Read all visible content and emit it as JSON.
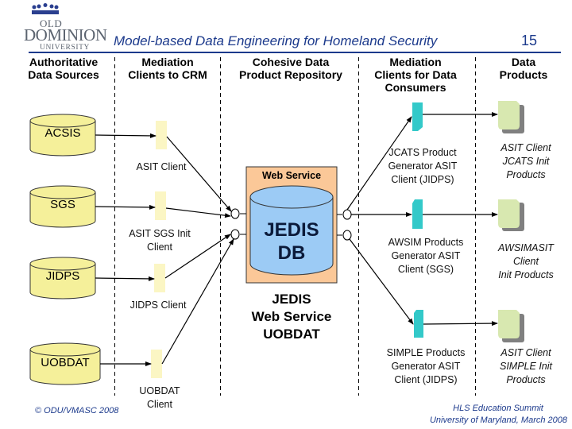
{
  "header": {
    "logo": {
      "line1": "OLD",
      "line2": "DOMINION",
      "line3": "UNIVERSITY"
    },
    "title": "Model-based Data Engineering for Homeland Security",
    "slide_number": "15"
  },
  "columns": [
    {
      "line1": "Authoritative",
      "line2": "Data Sources"
    },
    {
      "line1": "Mediation",
      "line2": "Clients to CRM"
    },
    {
      "line1": "Cohesive Data",
      "line2": "Product Repository"
    },
    {
      "line1": "Mediation",
      "line2": "Clients for Data",
      "line3": "Consumers"
    },
    {
      "line1": "Data",
      "line2": "Products"
    }
  ],
  "data_sources": [
    "ACSIS",
    "SGS",
    "JIDPS",
    "UOBDAT"
  ],
  "crm_clients": [
    {
      "line1": "ASIT Client",
      "line2": ""
    },
    {
      "line1": "ASIT SGS Init",
      "line2": "Client"
    },
    {
      "line1": "JIDPS Client",
      "line2": ""
    },
    {
      "line1": "UOBDAT",
      "line2": "Client"
    }
  ],
  "repository": {
    "web_service_label": "Web Service",
    "db_line1": "JEDIS",
    "db_line2": "DB",
    "caption_line1": "JEDIS",
    "caption_line2": "Web Service",
    "caption_line3": "UOBDAT"
  },
  "consumer_clients": [
    {
      "line1": "JCATS Product",
      "line2": "Generator ASIT",
      "line3": "Client (JIDPS)"
    },
    {
      "line1": "AWSIM Products",
      "line2": "Generator ASIT",
      "line3": "Client (SGS)"
    },
    {
      "line1": "SIMPLE Products",
      "line2": "Generator ASIT",
      "line3": "Client (JIDPS)"
    }
  ],
  "products": [
    {
      "line1": "ASIT Client",
      "line2": "JCATS Init",
      "line3": "Products"
    },
    {
      "line1": "AWSIMASIT",
      "line2": "Client",
      "line3": "Init Products"
    },
    {
      "line1": "ASIT Client",
      "line2": "SIMPLE Init",
      "line3": "Products"
    }
  ],
  "footer": {
    "copyright": "© ODU/VMASC 2008",
    "event_line1": "HLS Education Summit",
    "event_line2": "University of Maryland, March 2008"
  },
  "colors": {
    "title_blue": "#1c3a8c",
    "source_db_fill": "#f5f09a",
    "crm_client_fill": "#fbf6c4",
    "web_service_fill": "#fbc898",
    "jedis_db_fill": "#9ccbf5",
    "consumer_client_fill": "#33c9c9",
    "product_fill": "#d8e8b0",
    "product_shadow": "#808080"
  }
}
